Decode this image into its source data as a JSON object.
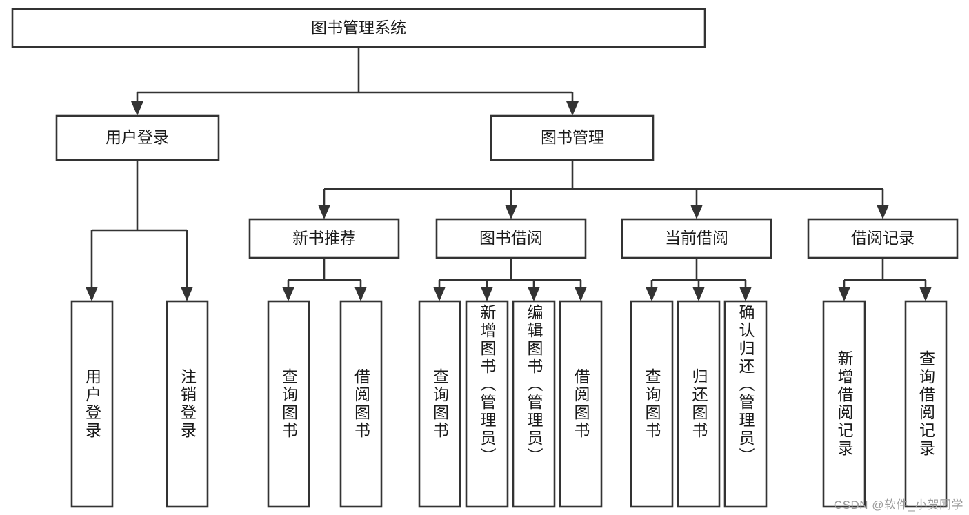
{
  "diagram": {
    "title": "图书管理系统",
    "type": "tree-hierarchy-chart",
    "root": {
      "label": "图书管理系统"
    },
    "level2": [
      {
        "label": "用户登录"
      },
      {
        "label": "图书管理"
      }
    ],
    "level3": [
      {
        "label": "新书推荐"
      },
      {
        "label": "图书借阅"
      },
      {
        "label": "当前借阅"
      },
      {
        "label": "借阅记录"
      }
    ],
    "leaves": {
      "user_login": [
        {
          "label": "用户登录"
        },
        {
          "label": "注销登录"
        }
      ],
      "new_book_recommend": [
        {
          "label": "查询图书"
        },
        {
          "label": "借阅图书"
        }
      ],
      "book_borrow": [
        {
          "label": "查询图书"
        },
        {
          "label": "新增图书（管理员）"
        },
        {
          "label": "编辑图书（管理员）"
        },
        {
          "label": "借阅图书"
        }
      ],
      "current_borrow": [
        {
          "label": "查询图书"
        },
        {
          "label": "归还图书"
        },
        {
          "label": "确认归还（管理员）"
        }
      ],
      "borrow_record": [
        {
          "label": "新增借阅记录"
        },
        {
          "label": "查询借阅记录"
        }
      ]
    },
    "colors": {
      "stroke": "#333333",
      "fill": "#ffffff",
      "text": "#1a1a1a",
      "watermark": "#9a9a9a"
    }
  },
  "watermark": {
    "text": "CSDN @软件_小贺同学"
  }
}
